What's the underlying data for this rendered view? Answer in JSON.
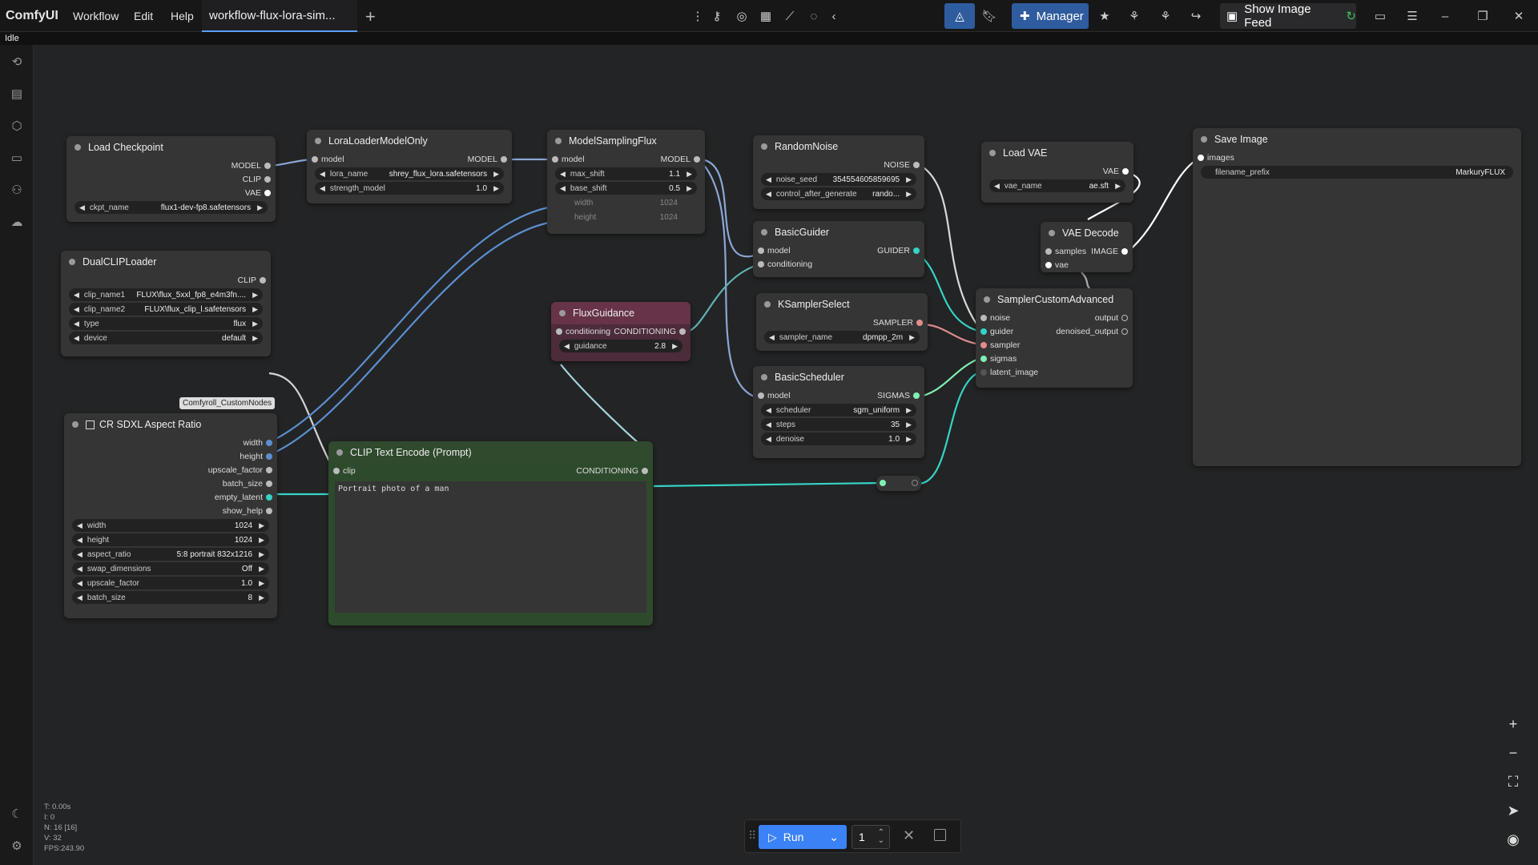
{
  "app": {
    "name": "ComfyUI",
    "status": "Idle"
  },
  "menu": {
    "workflow": "Workflow",
    "edit": "Edit",
    "help": "Help"
  },
  "tab": {
    "title": "workflow-flux-lora-sim..."
  },
  "topbar": {
    "manager": "Manager",
    "show_image_feed": "Show Image Feed"
  },
  "colors": {
    "accent": "#2f5c9e",
    "canvas": "#232425",
    "node": "#353535",
    "flux_guidance": "#663348",
    "clip_text": "#2e4a2c"
  },
  "nodes": {
    "load_checkpoint": {
      "title": "Load Checkpoint",
      "outputs": [
        "MODEL",
        "CLIP",
        "VAE"
      ],
      "ckpt_label": "ckpt_name",
      "ckpt_value": "flux1-dev-fp8.safetensors"
    },
    "lora": {
      "title": "LoraLoaderModelOnly",
      "in_model": "model",
      "out_model": "MODEL",
      "lora_label": "lora_name",
      "lora_value": "shrey_flux_lora.safetensors",
      "strength_label": "strength_model",
      "strength_value": "1.0"
    },
    "msf": {
      "title": "ModelSamplingFlux",
      "in_model": "model",
      "out_model": "MODEL",
      "max_shift_label": "max_shift",
      "max_shift_value": "1.1",
      "base_shift_label": "base_shift",
      "base_shift_value": "0.5",
      "width_label": "width",
      "width_value": "1024",
      "height_label": "height",
      "height_value": "1024"
    },
    "random_noise": {
      "title": "RandomNoise",
      "out": "NOISE",
      "seed_label": "noise_seed",
      "seed_value": "354554605859695",
      "cag_label": "control_after_generate",
      "cag_value": "rando..."
    },
    "basic_guider": {
      "title": "BasicGuider",
      "in_model": "model",
      "in_cond": "conditioning",
      "out": "GUIDER"
    },
    "ksampler_select": {
      "title": "KSamplerSelect",
      "out": "SAMPLER",
      "sampler_label": "sampler_name",
      "sampler_value": "dpmpp_2m"
    },
    "basic_scheduler": {
      "title": "BasicScheduler",
      "in_model": "model",
      "out": "SIGMAS",
      "scheduler_label": "scheduler",
      "scheduler_value": "sgm_uniform",
      "steps_label": "steps",
      "steps_value": "35",
      "denoise_label": "denoise",
      "denoise_value": "1.0"
    },
    "load_vae": {
      "title": "Load VAE",
      "out": "VAE",
      "vae_label": "vae_name",
      "vae_value": "ae.sft"
    },
    "vae_decode": {
      "title": "VAE Decode",
      "in_samples": "samples",
      "in_vae": "vae",
      "out": "IMAGE"
    },
    "sca": {
      "title": "SamplerCustomAdvanced",
      "in_noise": "noise",
      "in_guider": "guider",
      "in_sampler": "sampler",
      "in_sigmas": "sigmas",
      "in_latent": "latent_image",
      "out_output": "output",
      "out_denoised": "denoised_output"
    },
    "save_image": {
      "title": "Save Image",
      "in_images": "images",
      "prefix_label": "filename_prefix",
      "prefix_value": "MarkuryFLUX"
    },
    "dual_clip": {
      "title": "DualCLIPLoader",
      "out": "CLIP",
      "c1_label": "clip_name1",
      "c1_value": "FLUX\\flux_5xxl_fp8_e4m3fn....",
      "c2_label": "clip_name2",
      "c2_value": "FLUX\\flux_clip_l.safetensors",
      "type_label": "type",
      "type_value": "flux",
      "device_label": "device",
      "device_value": "default"
    },
    "flux_guidance": {
      "title": "FluxGuidance",
      "in_cond": "conditioning",
      "out": "CONDITIONING",
      "guidance_label": "guidance",
      "guidance_value": "2.8"
    },
    "cr_sdxl": {
      "title": "CR SDXL Aspect Ratio",
      "tooltip": "Comfyroll_CustomNodes",
      "outputs": [
        "width",
        "height",
        "upscale_factor",
        "batch_size",
        "empty_latent",
        "show_help"
      ],
      "width_label": "width",
      "width_value": "1024",
      "height_label": "height",
      "height_value": "1024",
      "ar_label": "aspect_ratio",
      "ar_value": "5:8 portrait 832x1216",
      "swap_label": "swap_dimensions",
      "swap_value": "Off",
      "upscale_label": "upscale_factor",
      "upscale_value": "1.0",
      "batch_label": "batch_size",
      "batch_value": "8"
    },
    "clip_text": {
      "title": "CLIP Text Encode (Prompt)",
      "in_clip": "clip",
      "out": "CONDITIONING",
      "prompt": "Portrait photo of a man"
    }
  },
  "run": {
    "label": "Run",
    "count": "1"
  },
  "stats": {
    "t": "T: 0.00s",
    "i": "I: 0",
    "n": "N: 16 [16]",
    "v": "V: 32",
    "fps": "FPS:243.90"
  }
}
